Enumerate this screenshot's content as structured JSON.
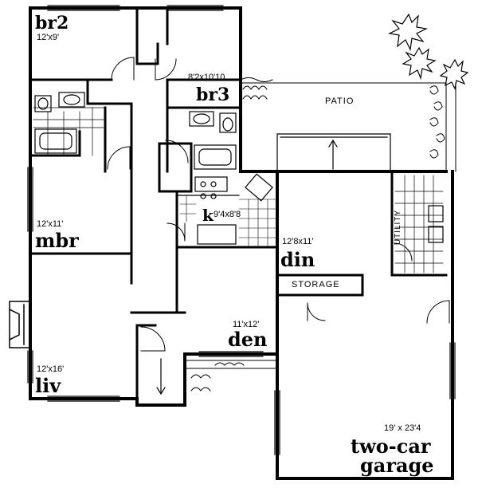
{
  "rooms": {
    "br2": {
      "name": "br2",
      "dims": "12'x9'"
    },
    "br3": {
      "name": "br3",
      "dims": "8'2x10'10"
    },
    "patio": {
      "name": "PATIO"
    },
    "mbr": {
      "name": "mbr",
      "dims": "12'x11'"
    },
    "kitchen": {
      "name": "k",
      "dims": "9'4x8'8"
    },
    "din": {
      "name": "din",
      "dims": "12'8x11'"
    },
    "utility": {
      "name": "UTILITY"
    },
    "storage": {
      "name": "STORAGE"
    },
    "den": {
      "name": "den",
      "dims": "11'x12'"
    },
    "liv": {
      "name": "liv",
      "dims": "12'x16'"
    },
    "garage": {
      "name_line1": "two-car",
      "name_line2": "garage",
      "dims": "19' x 23'4"
    }
  },
  "colors": {
    "ink": "#000000",
    "paper": "#ffffff"
  }
}
